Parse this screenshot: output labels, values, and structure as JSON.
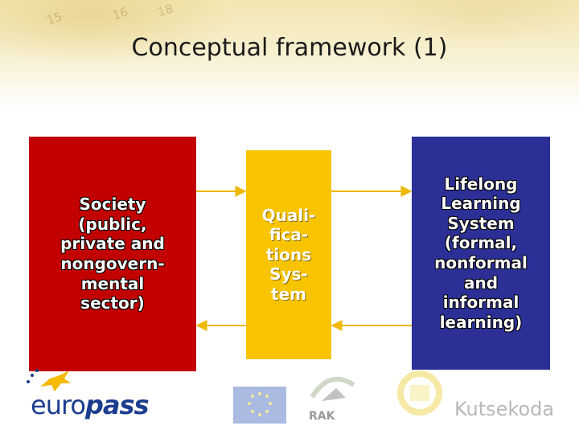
{
  "slide": {
    "title": "Conceptual framework (1)"
  },
  "boxes": {
    "society": {
      "lines": [
        "Society",
        "(public,",
        "private and",
        "nongovern-",
        "mental",
        "sector)"
      ],
      "color": "#c30000"
    },
    "qualifications": {
      "lines": [
        "Quali-",
        "fica-",
        "tions",
        "Sys-",
        "tem"
      ],
      "color": "#f8c400"
    },
    "lifelong": {
      "lines": [
        "Lifelong",
        "Learning",
        "System",
        "(formal,",
        "nonformal",
        "and",
        "informal",
        "learning)"
      ],
      "color": "#2b2f96"
    }
  },
  "logos": {
    "europass_prefix": "euro",
    "europass_suffix": "pass",
    "rak": "RAK",
    "kutsekoda": "Kutsekoda"
  },
  "colors": {
    "arrow": "#f0b800",
    "header_band": "#f3e6b2"
  }
}
